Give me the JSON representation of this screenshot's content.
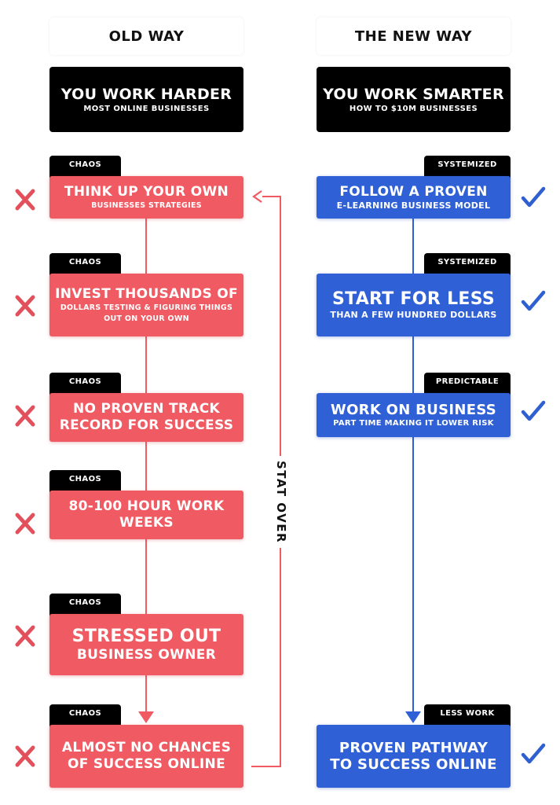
{
  "headers": {
    "old": "OLD WAY",
    "new": "THE NEW WAY"
  },
  "intro": {
    "old": {
      "title": "YOU WORK HARDER",
      "subtitle": "MOST ONLINE BUSINESSES"
    },
    "new": {
      "title": "YOU WORK SMARTER",
      "subtitle": "HOW TO $10M BUSINESSES"
    }
  },
  "old_steps": [
    {
      "tag": "CHAOS",
      "line1": "THINK UP YOUR OWN",
      "line2": "BUSINESSES STRATEGIES"
    },
    {
      "tag": "CHAOS",
      "line1": "INVEST THOUSANDS OF",
      "line2": "DOLLARS TESTING & FIGURING THINGS",
      "line3": "OUT ON YOUR OWN"
    },
    {
      "tag": "CHAOS",
      "line1": "NO PROVEN TRACK",
      "line2": "RECORD FOR SUCCESS"
    },
    {
      "tag": "CHAOS",
      "line1": "80-100 HOUR WORK",
      "line2": "WEEKS"
    },
    {
      "tag": "CHAOS",
      "line1": "STRESSED OUT",
      "line2": "BUSINESS OWNER"
    },
    {
      "tag": "CHAOS",
      "line1": "ALMOST NO CHANCES",
      "line2": "OF SUCCESS ONLINE"
    }
  ],
  "new_steps": [
    {
      "tag": "SYSTEMIZED",
      "line1": "FOLLOW A PROVEN",
      "line2": "E-LEARNING  BUSINESS MODEL"
    },
    {
      "tag": "SYSTEMIZED",
      "line1": "START FOR LESS",
      "line2": "THAN A FEW HUNDRED DOLLARS"
    },
    {
      "tag": "PREDICTABLE",
      "line1": "WORK ON BUSINESS",
      "line2": "PART TIME MAKING IT LOWER RISK"
    },
    {
      "tag": "LESS WORK",
      "line1": "PROVEN PATHWAY",
      "line2": "TO SUCCESS ONLINE"
    }
  ],
  "restart_label": "STAT OVER",
  "colors": {
    "red": "#f05a63",
    "blue": "#2f60d6",
    "x_mark": "#e2505b",
    "check": "#2f5fd0",
    "black": "#000000"
  },
  "icons": {
    "fail": "x-icon",
    "success": "check-icon"
  }
}
